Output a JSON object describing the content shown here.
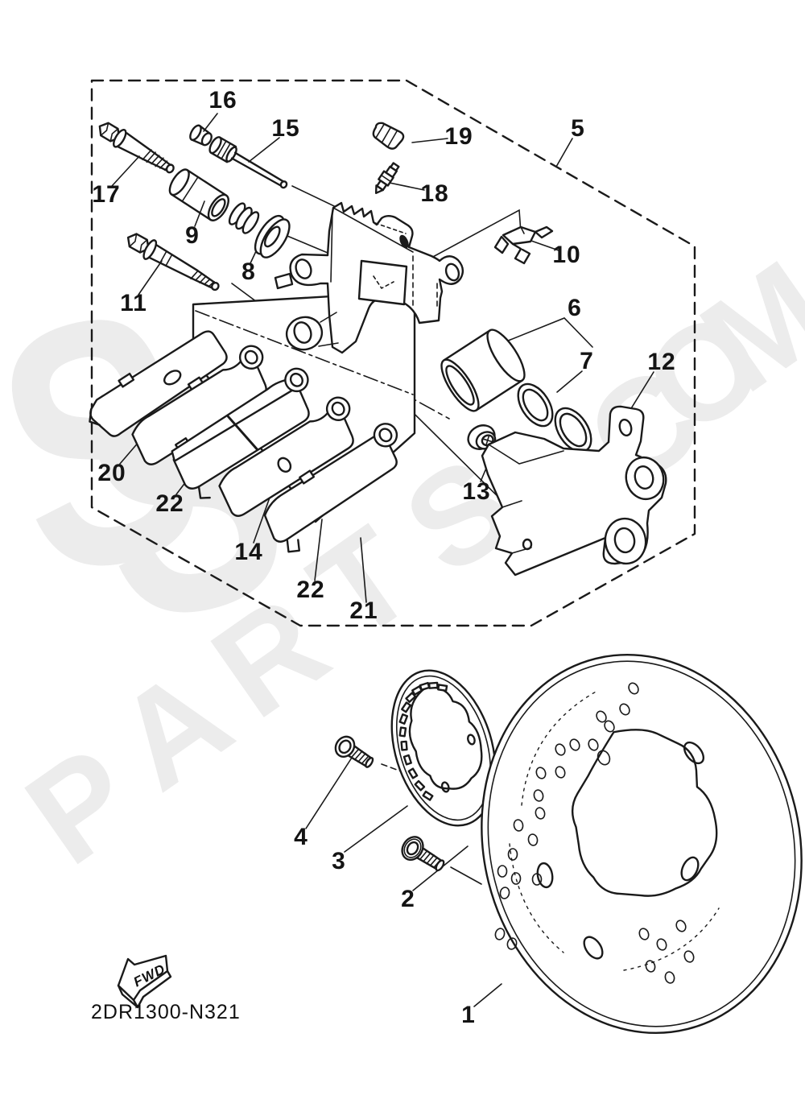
{
  "drawing": {
    "code": "2DR1300-N321",
    "direction_label": "FWD",
    "type": "exploded parts diagram",
    "subject": "rear brake caliper and disc"
  },
  "colors": {
    "background": "#ffffff",
    "line": "#1a1a1a",
    "watermark": "#ececec"
  },
  "watermark": {
    "monogram": [
      "S",
      "S"
    ],
    "text": "PARTS.COM",
    "letters": [
      {
        "ch": "P"
      },
      {
        "ch": "A"
      },
      {
        "ch": "R"
      },
      {
        "ch": "T"
      },
      {
        "ch": "S"
      },
      {
        "ch": "."
      },
      {
        "ch": "C"
      },
      {
        "ch": "O"
      },
      {
        "ch": "M"
      }
    ]
  },
  "labels": [
    {
      "text": "16"
    },
    {
      "text": "15"
    },
    {
      "text": "19"
    },
    {
      "text": "5"
    },
    {
      "text": "17"
    },
    {
      "text": "18"
    },
    {
      "text": "9"
    },
    {
      "text": "8"
    },
    {
      "text": "11"
    },
    {
      "text": "10"
    },
    {
      "text": "6"
    },
    {
      "text": "7"
    },
    {
      "text": "12"
    },
    {
      "text": "13"
    },
    {
      "text": "20"
    },
    {
      "text": "22"
    },
    {
      "text": "14"
    },
    {
      "text": "22"
    },
    {
      "text": "21"
    },
    {
      "text": "4"
    },
    {
      "text": "3"
    },
    {
      "text": "2"
    },
    {
      "text": "1"
    }
  ]
}
